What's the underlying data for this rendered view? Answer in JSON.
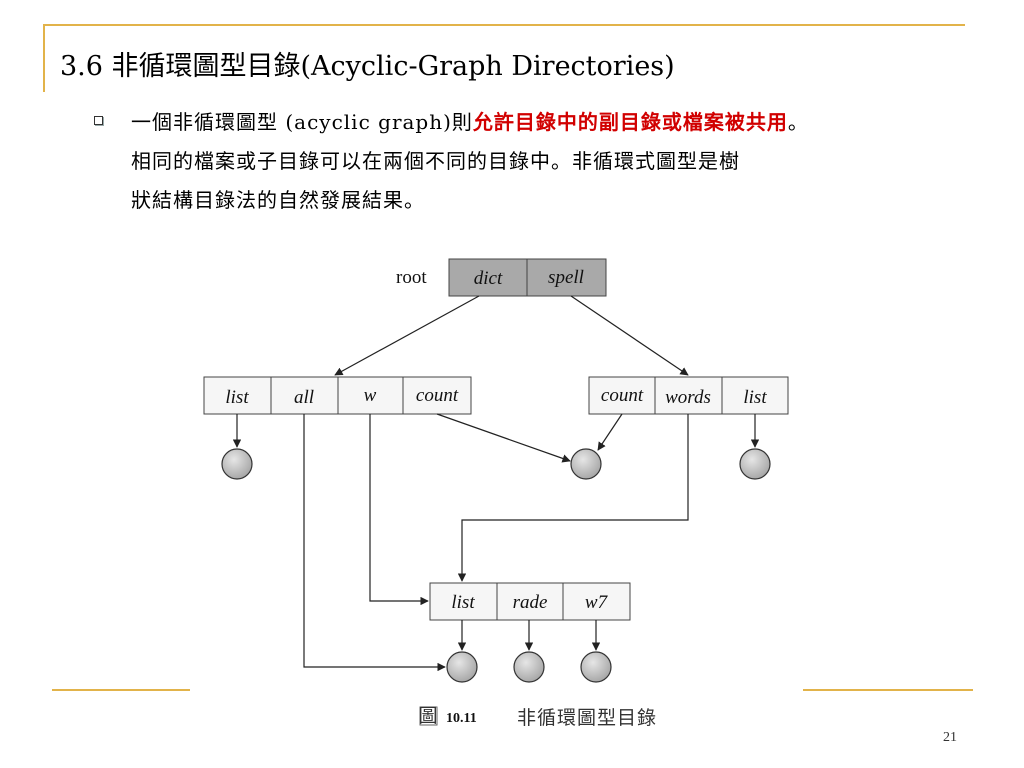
{
  "slide": {
    "title": "3.6 非循環圖型目錄(Acyclic-Graph Directories)",
    "bullet": {
      "line1_prefix": "一個非循環圖型 (acyclic graph)則",
      "line1_highlight": "允許目錄中的副目錄或檔案被共用",
      "line1_suffix": "。",
      "line2": "相同的檔案或子目錄可以在兩個不同的目錄中。非循環式圖型是樹",
      "line3": "狀結構目錄法的自然發展結果。"
    },
    "page_number": "21",
    "colors": {
      "accent": "#e2b34a",
      "highlight": "#d10000",
      "root_fill": "#a9a9a9",
      "node_fill": "#bfbfbf"
    }
  },
  "diagram": {
    "root_label": "root",
    "root_entries": [
      "dict",
      "spell"
    ],
    "left_dir_entries": [
      "list",
      "all",
      "w",
      "count"
    ],
    "right_dir_entries": [
      "count",
      "words",
      "list"
    ],
    "bottom_dir_entries": [
      "list",
      "rade",
      "w7"
    ],
    "caption_icon": "圖",
    "caption_number": "10.11",
    "caption_text": "非循環圖型目錄"
  }
}
